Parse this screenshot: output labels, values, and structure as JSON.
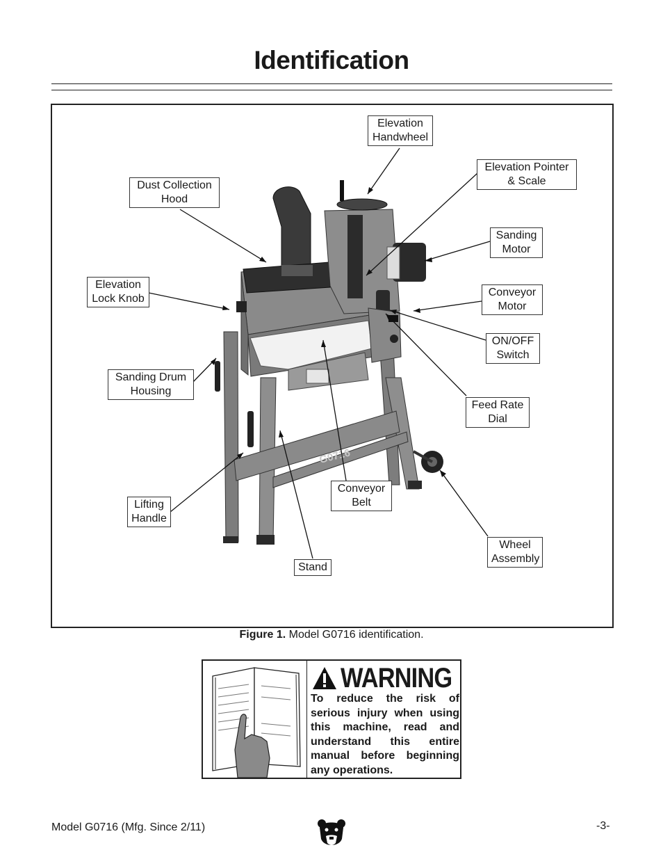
{
  "page": {
    "title": "Identification"
  },
  "callouts": {
    "elevation_handwheel": "Elevation\nHandwheel",
    "elevation_pointer": "Elevation Pointer\n& Scale",
    "dust_collection_hood": "Dust Collection\nHood",
    "sanding_motor": "Sanding\nMotor",
    "elevation_lock_knob": "Elevation\nLock Knob",
    "conveyor_motor": "Conveyor\nMotor",
    "on_off_switch": "ON/OFF\nSwitch",
    "sanding_drum_housing": "Sanding Drum\nHousing",
    "feed_rate_dial": "Feed Rate\nDial",
    "conveyor_belt": "Conveyor\nBelt",
    "lifting_handle": "Lifting\nHandle",
    "wheel_assembly": "Wheel\nAssembly",
    "stand": "Stand"
  },
  "machine": {
    "stand_label": "G0716"
  },
  "caption": {
    "prefix": "Figure 1.",
    "text": " Model G0716 identification."
  },
  "warning": {
    "heading": "WARNING",
    "body": "To reduce the risk of serious injury when using this machine, read and understand this entire manual before beginning any operations."
  },
  "footer": {
    "model": "Model G0716 (Mfg. Since 2/11)",
    "page_number": "-3-"
  },
  "colors": {
    "machine_gray": "#8a8a8a",
    "machine_dark": "#3a3a3a",
    "belt": "#f2f2f2"
  }
}
